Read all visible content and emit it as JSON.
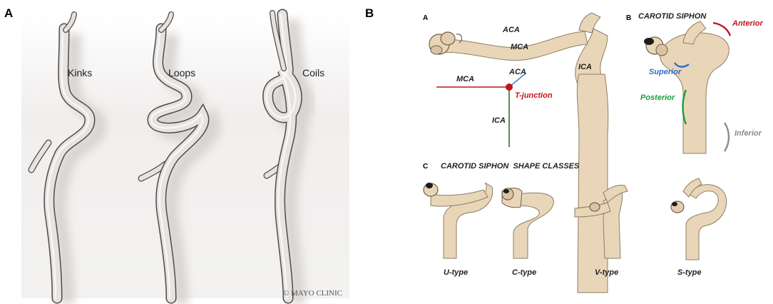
{
  "panel_a": {
    "letter": "A",
    "labels": {
      "kinks": "Kinks",
      "loops": "Loops",
      "coils": "Coils"
    },
    "copyright": "© MAYO CLINIC"
  },
  "panel_b": {
    "letter": "B",
    "sub_a": {
      "letter": "A",
      "vessel_labels": {
        "aca": "ACA",
        "mca": "MCA",
        "ica": "ICA"
      },
      "schematic_labels": {
        "mca": "MCA",
        "aca": "ACA",
        "ica": "ICA",
        "junction": "T-junction"
      }
    },
    "sub_b": {
      "letter": "B",
      "title": "CAROTID SIPHON",
      "regions": {
        "anterior": "Anterior",
        "superior": "Superior",
        "posterior": "Posterior",
        "inferior": "Inferior"
      }
    },
    "sub_c": {
      "letter": "C",
      "title": "CAROTID SIPHON  SHAPE CLASSES",
      "types": [
        "U-type",
        "C-type",
        "V-type",
        "S-type"
      ]
    }
  },
  "colors": {
    "vessel": "#e9d6b9",
    "vessel_edge": "#8f7d62",
    "tube": "#e6e3e1",
    "tube_edge": "#4f4b49",
    "panel_bg": "#f1efee",
    "red": "#c0141b",
    "blue": "#2f6fc6",
    "green": "#1e9b3e",
    "grey": "#8a8a8a",
    "schematic_green": "#2a7a1e",
    "schematic_blue": "#3a87d6"
  }
}
